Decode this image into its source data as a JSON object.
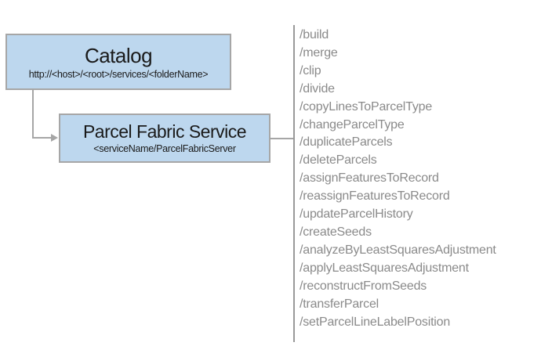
{
  "diagram": {
    "catalog": {
      "title": "Catalog",
      "subtitle": "http://<host>/<root>/services/<folderName>"
    },
    "service": {
      "title": "Parcel Fabric Service",
      "subtitle": "<serviceName/ParcelFabricServer"
    },
    "endpoints": [
      "/build",
      "/merge",
      "/clip",
      "/divide",
      "/copyLinesToParcelType",
      "/changeParcelType",
      "/duplicateParcels",
      "/deleteParcels",
      "/assignFeaturesToRecord",
      "/reassignFeaturesToRecord",
      "/updateParcelHistory",
      "/createSeeds",
      "/analyzeByLeastSquaresAdjustment",
      "/applyLeastSquaresAdjustment",
      "/reconstructFromSeeds",
      "/transferParcel",
      "/setParcelLineLabelPosition"
    ],
    "colors": {
      "box_fill": "#BDD7EE",
      "box_border": "#A6A6A6",
      "connector_line": "#A6A6A6",
      "divider_line": "#999999",
      "endpoint_text": "#8A8A8A",
      "title_text": "#1A1A1A"
    }
  }
}
